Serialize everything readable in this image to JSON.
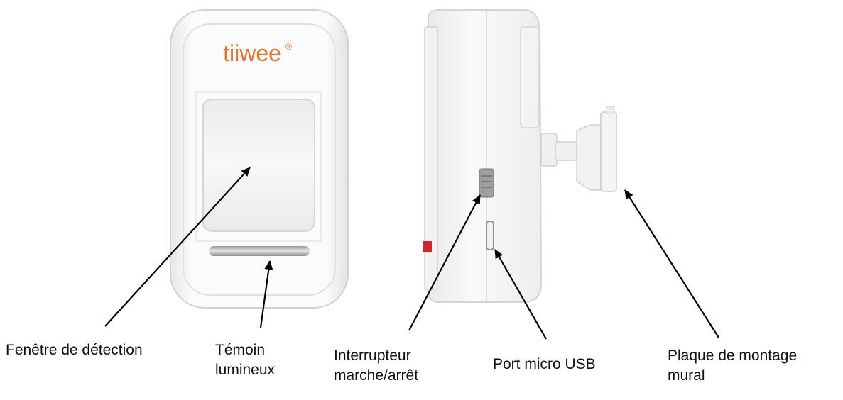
{
  "brand_logo": {
    "text": "tiiwee",
    "mark": "®",
    "color": "#e8732c"
  },
  "labels": {
    "detection_window": "Fenêtre de détection",
    "indicator_light": [
      "Témoin",
      "lumineux"
    ],
    "power_switch": [
      "Interrupteur",
      "marche/arrêt"
    ],
    "usb_port": "Port micro USB",
    "mounting_plate": [
      "Plaque de montage",
      "mural"
    ]
  },
  "colors": {
    "device_body": "#f4f4f4",
    "device_edge": "#cfcfcf",
    "red_indicator": "#d8232a"
  }
}
